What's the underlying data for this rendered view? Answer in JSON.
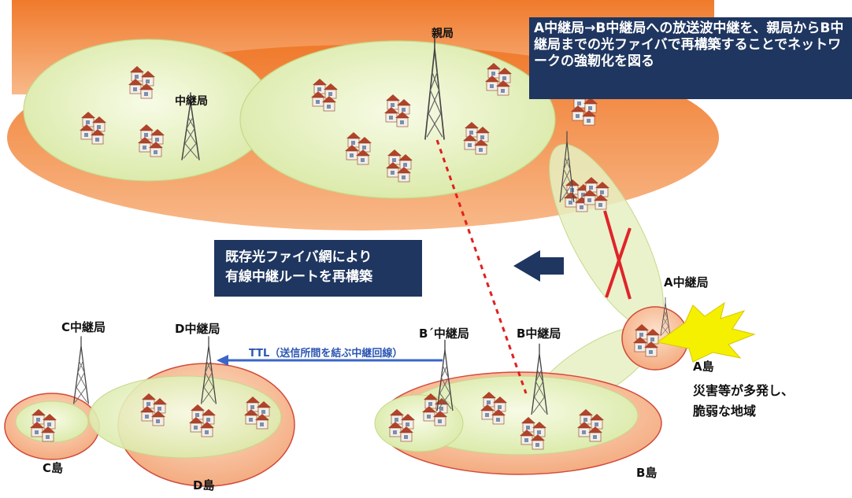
{
  "callouts": {
    "top": "A中継局→B中継局への放送波中継を、親局からB中継局までの光ファイバで再構築することでネットワークの強靭化を図る",
    "middle_line1": "既存光ファイバ網により",
    "middle_line2": "有線中継ルートを再構築"
  },
  "stations": {
    "main": "親局",
    "relay_mainland": "中継局",
    "a": "A中継局",
    "b": "B中継局",
    "b_prime": "B´中継局",
    "c": "C中継局",
    "d": "D中継局"
  },
  "islands": {
    "a": "A島",
    "b": "B島",
    "c": "C島",
    "d": "D島"
  },
  "ttl_label": "TTL（送信所間を結ぶ中継回線）",
  "disaster_note": {
    "line1": "災害等が多発し、",
    "line2": "脆弱な地域"
  },
  "colors": {
    "mainland": "#f28a3c",
    "coverage": "#e6f0c2",
    "callout_bg": "#1f3660",
    "fiber_route": "#e02020",
    "ttl_arrow": "#3a66c8",
    "cross_mark": "#e0242a",
    "lightning": "#f5f000"
  }
}
